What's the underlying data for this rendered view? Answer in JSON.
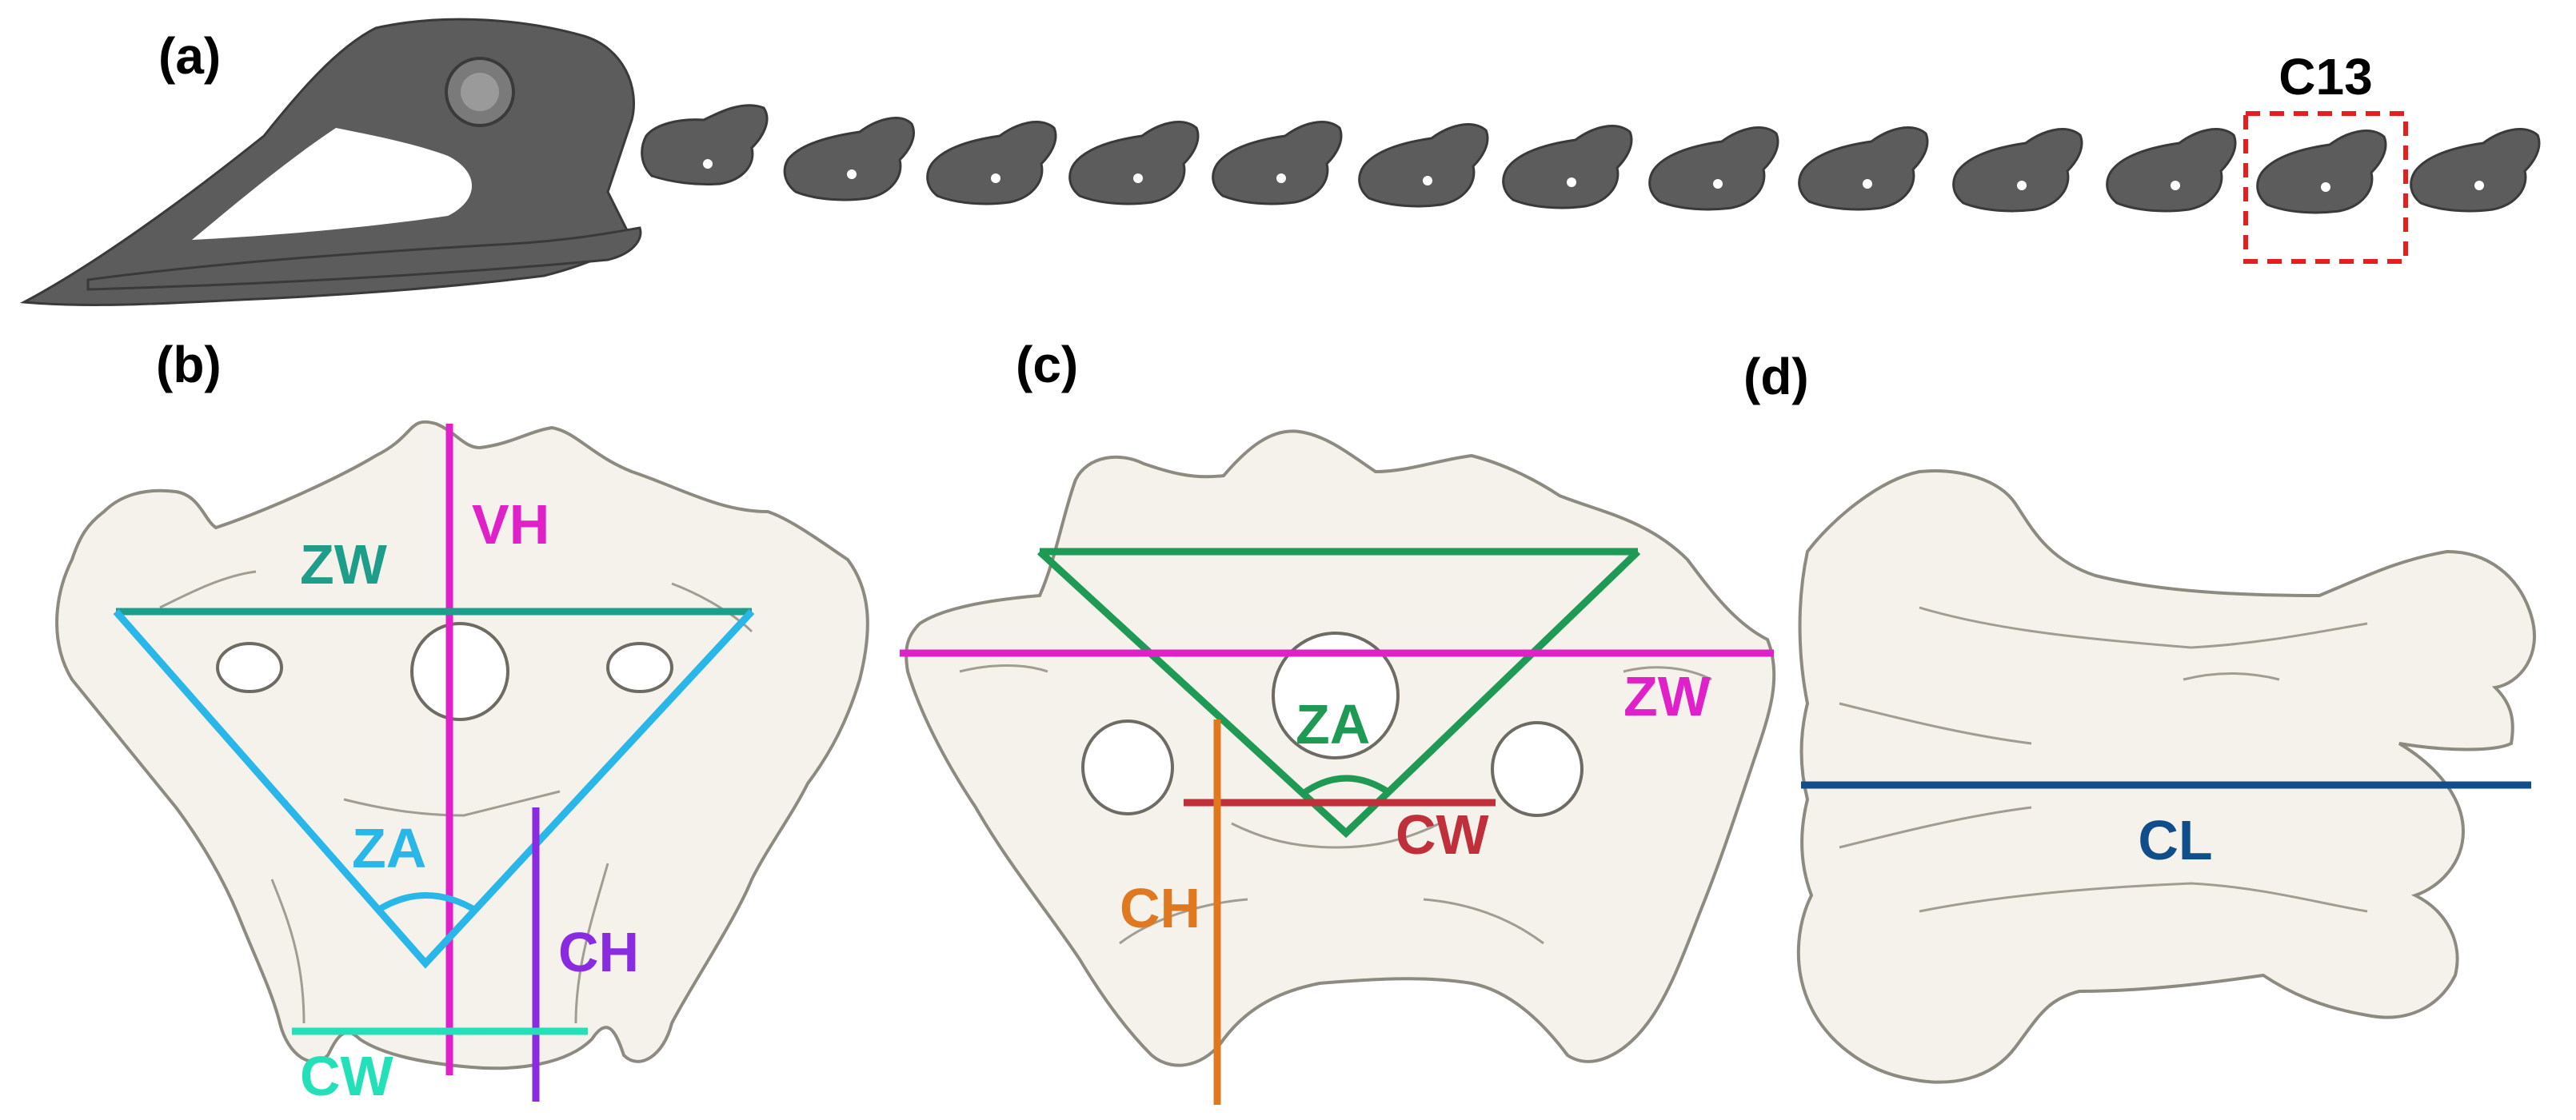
{
  "panels": {
    "a": "(a)",
    "b": "(b)",
    "c": "(c)",
    "d": "(d)"
  },
  "callout": "C13",
  "measurements_b": {
    "vh": "VH",
    "zw": "ZW",
    "za": "ZA",
    "ch": "CH",
    "cw": "CW"
  },
  "measurements_c": {
    "za": "ZA",
    "zw": "ZW",
    "cw": "CW",
    "ch": "CH"
  },
  "measurements_d": {
    "cl": "CL"
  },
  "colors": {
    "vh": "#e020c8",
    "zw_b": "#1e9d8a",
    "za_b": "#29b6e8",
    "ch_b": "#8a2be2",
    "cw_b": "#22e0b8",
    "zw_c": "#e020c8",
    "za_c": "#1f9a55",
    "cw_c": "#c0303a",
    "ch_c": "#e07820",
    "cl": "#104e8b",
    "callout_box": "#e81e1e"
  }
}
